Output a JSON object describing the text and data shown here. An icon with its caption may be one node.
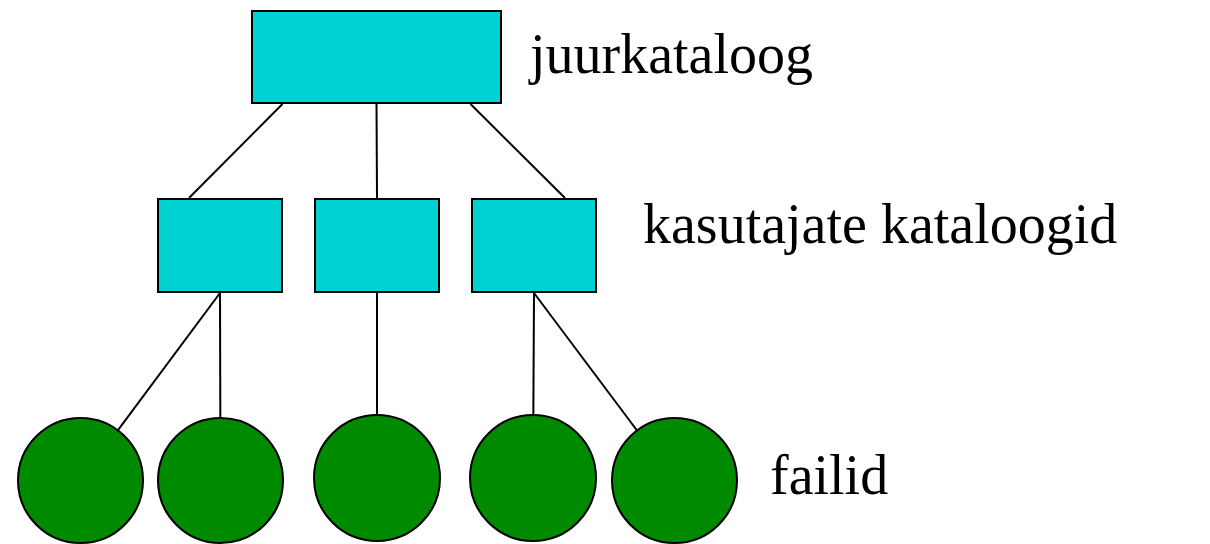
{
  "diagram": {
    "nodes": [
      {
        "text": [],
        "shape": "box"
      },
      {
        "text": [],
        "shape": "box"
      },
      {
        "text": [],
        "shape": "box"
      },
      {
        "text": [],
        "shape": "box"
      },
      {
        "text": [],
        "shape": "circle"
      },
      {
        "text": [],
        "shape": "circle"
      },
      {
        "text": [],
        "shape": "circle"
      },
      {
        "text": [],
        "shape": "circle"
      },
      {
        "text": [],
        "shape": "circle"
      }
    ],
    "edges": [
      {
        "from": 0,
        "to": 1,
        "arrow": "none"
      },
      {
        "from": 0,
        "to": 2,
        "arrow": "none"
      },
      {
        "from": 0,
        "to": 3,
        "arrow": "none"
      },
      {
        "from": 1,
        "to": 4,
        "arrow": "none"
      },
      {
        "from": 1,
        "to": 5,
        "arrow": "none"
      },
      {
        "from": 2,
        "to": 6,
        "arrow": "none"
      },
      {
        "from": 3,
        "to": 7,
        "arrow": "none"
      },
      {
        "from": 3,
        "to": 8,
        "arrow": "none"
      }
    ],
    "labels": [
      "juurkataloog",
      "kasutajate kataloogid",
      "failid"
    ]
  }
}
